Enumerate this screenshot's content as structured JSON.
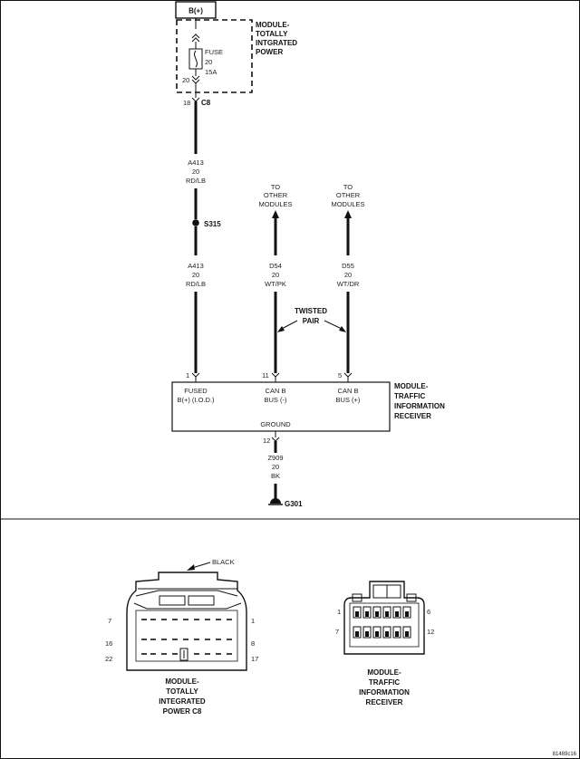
{
  "schematic": {
    "power_source_label": "B(+)",
    "tipm_module": [
      "MODULE-",
      "TOTALLY",
      "INTGRATED",
      "POWER"
    ],
    "fuse": {
      "label": "FUSE",
      "number": "20",
      "rating": "15A"
    },
    "fuse_pin_in": "20",
    "tipm_out_pin": "18",
    "tipm_connector": "C8",
    "wire_a413_upper": [
      "A413",
      "20",
      "RD/LB"
    ],
    "splice": "S315",
    "wire_a413_lower": [
      "A413",
      "20",
      "RD/LB"
    ],
    "to_other_modules_1": [
      "TO",
      "OTHER",
      "MODULES"
    ],
    "to_other_modules_2": [
      "TO",
      "OTHER",
      "MODULES"
    ],
    "wire_d54": [
      "D54",
      "20",
      "WT/PK"
    ],
    "wire_d55": [
      "D55",
      "20",
      "WT/DR"
    ],
    "twisted_pair": [
      "TWISTED",
      "PAIR"
    ],
    "receiver_pins": {
      "fused": "1",
      "can_minus": "11",
      "can_plus": "5",
      "ground": "12"
    },
    "receiver_module": [
      "MODULE-",
      "TRAFFIC",
      "INFORMATION",
      "RECEIVER"
    ],
    "receiver_labels": {
      "fused": [
        "FUSED",
        "B(+) (I.O.D.)"
      ],
      "can_minus": [
        "CAN B",
        "BUS (-)"
      ],
      "can_plus": [
        "CAN B",
        "BUS (+)"
      ],
      "ground": "GROUND"
    },
    "wire_z909": [
      "Z909",
      "20",
      "BK"
    ],
    "ground_point": "G301"
  },
  "connectors": {
    "c8": {
      "color_label": "BLACK",
      "pins": {
        "top_left": "7",
        "top_right": "1",
        "mid_left": "16",
        "mid_right": "8",
        "bot_left": "22",
        "bot_right": "17"
      },
      "caption": [
        "MODULE-",
        "TOTALLY",
        "INTEGRATED",
        "POWER C8"
      ]
    },
    "tir": {
      "pins": {
        "top_left": "1",
        "top_right": "6",
        "bot_left": "7",
        "bot_right": "12"
      },
      "caption": [
        "MODULE-",
        "TRAFFIC",
        "INFORMATION",
        "RECEIVER"
      ]
    }
  },
  "figure_id": "81489c16"
}
